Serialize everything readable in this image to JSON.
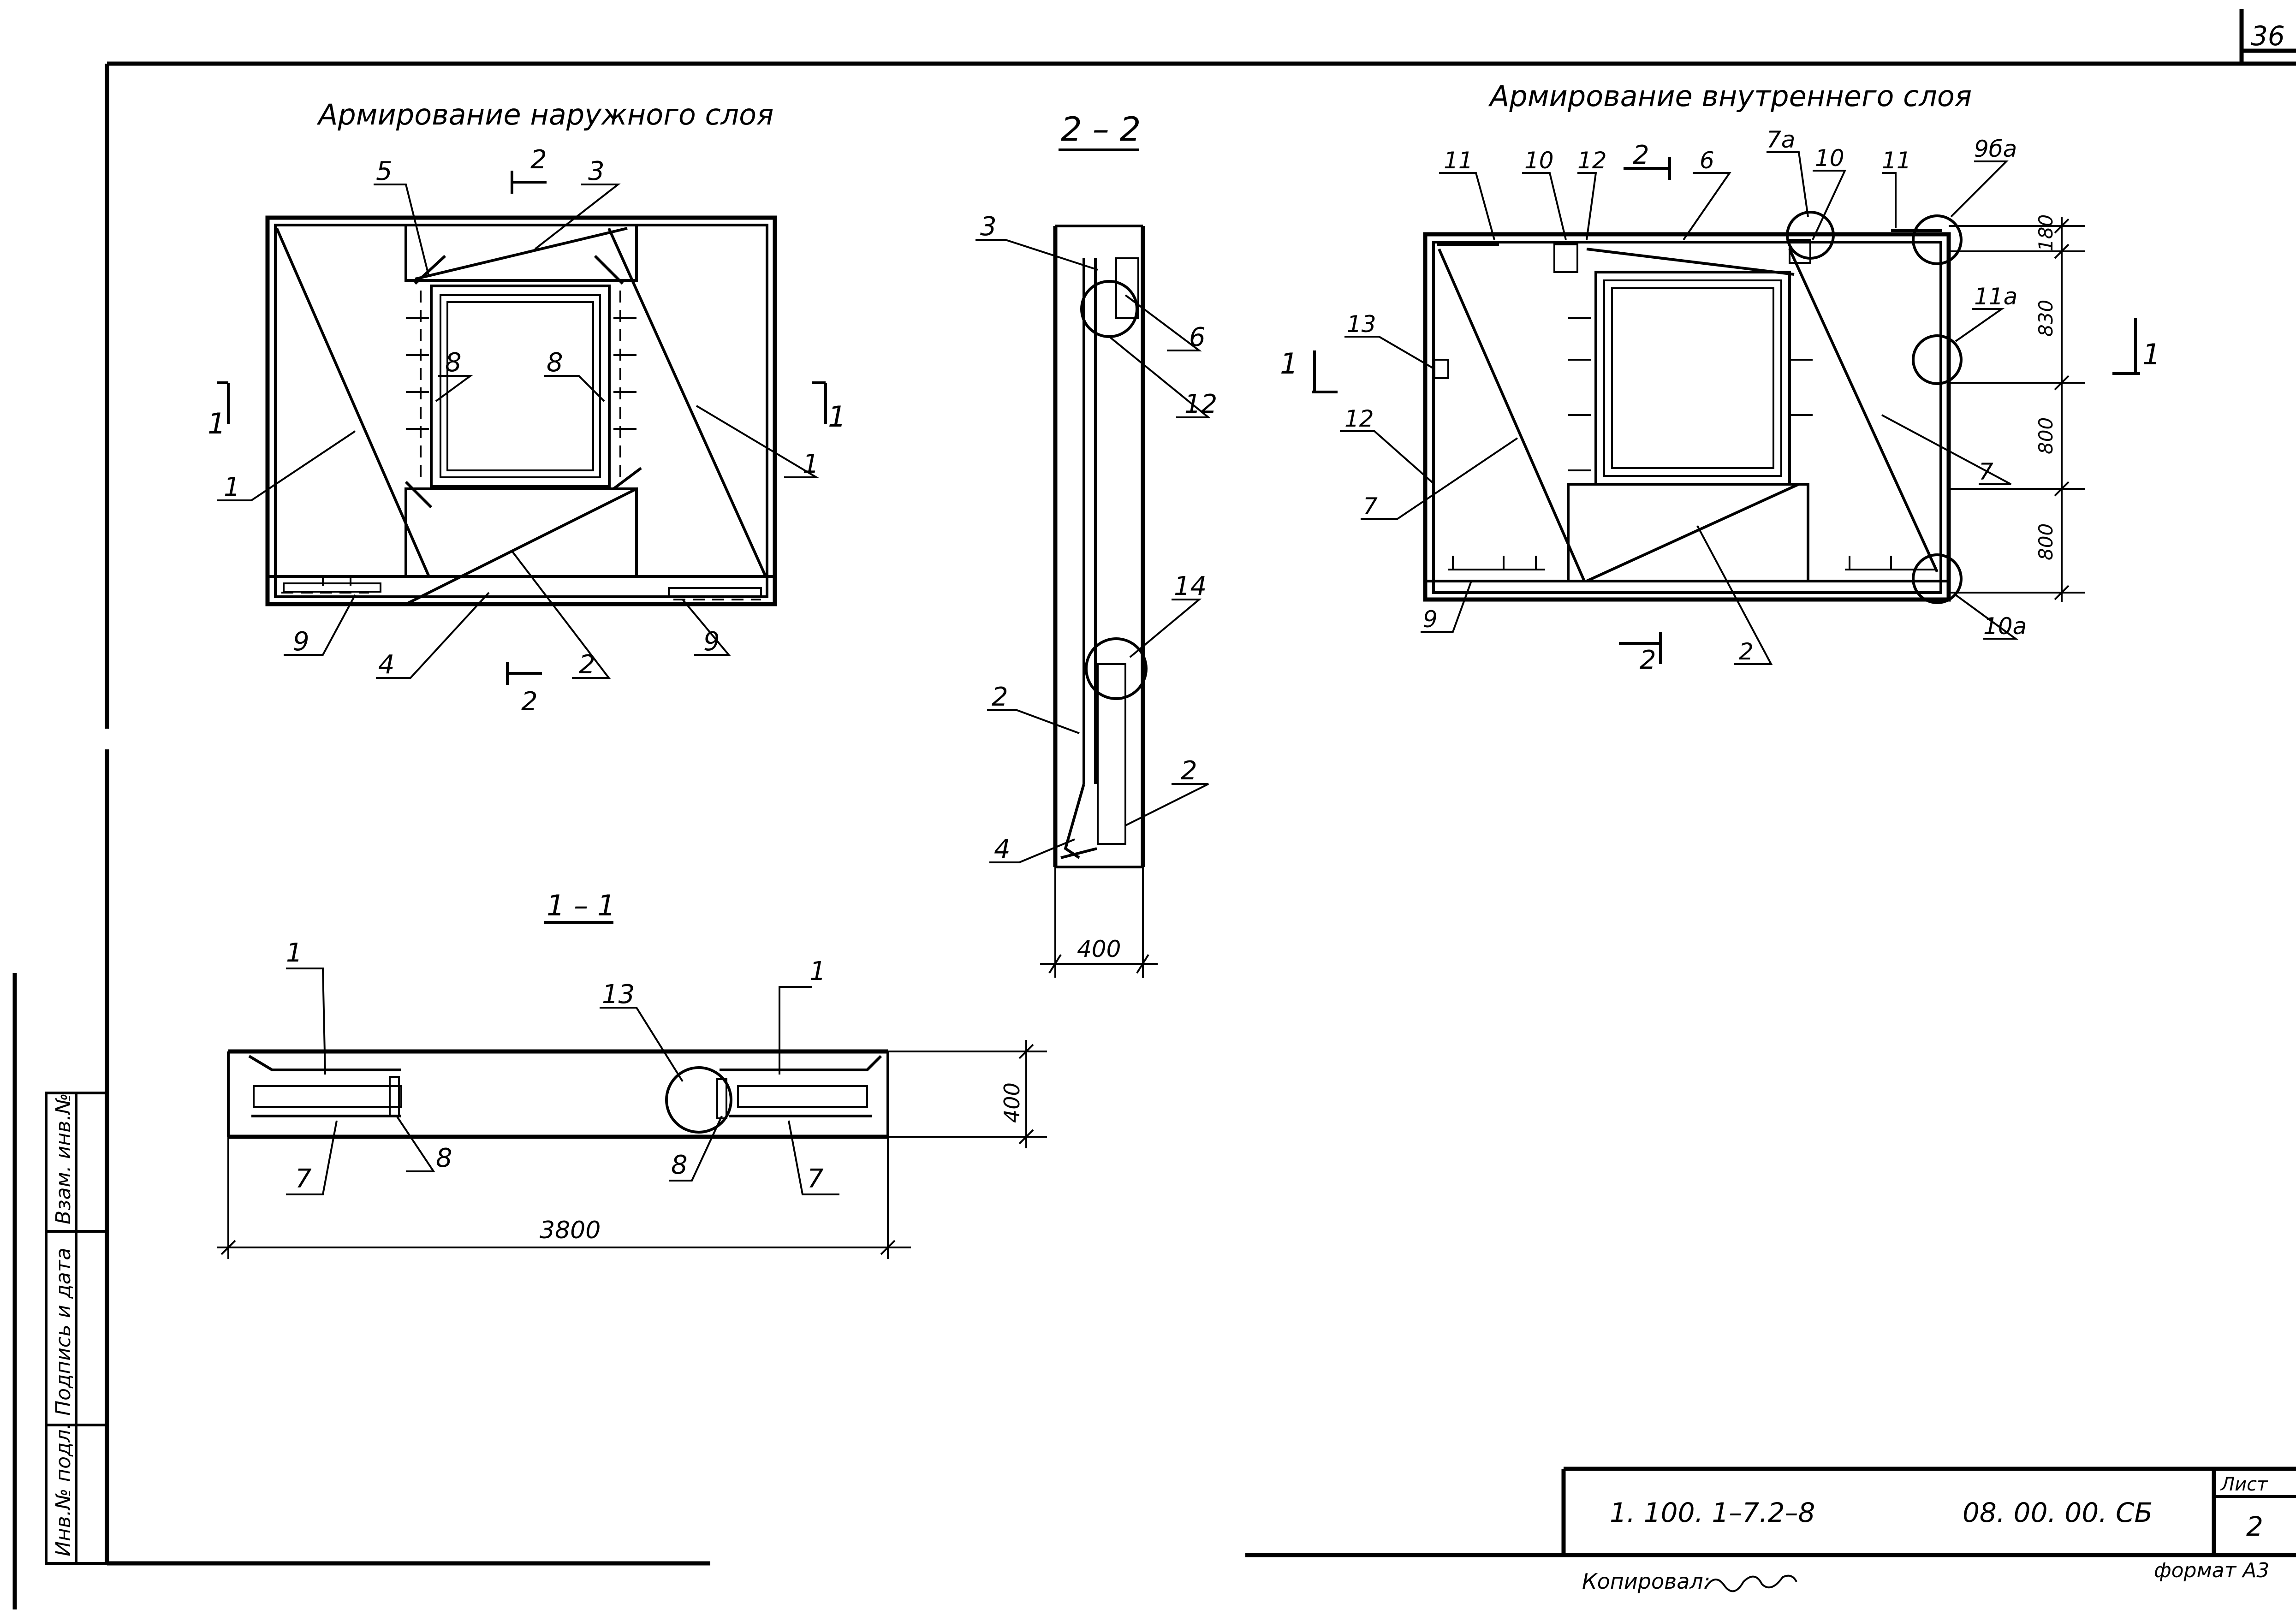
{
  "sheet_number_top": "36",
  "titles": {
    "outer": "Армирование наружного слоя",
    "inner": "Армирование внутреннего слоя",
    "section_22": "2 – 2",
    "section_11": "1 – 1"
  },
  "outer_labels": {
    "l5": "5",
    "l3": "3",
    "cut2_top": "2",
    "cut1_left": "1",
    "cut1_right": "1",
    "l8a": "8",
    "l8b": "8",
    "l1a": "1",
    "l1b": "1",
    "l9a": "9",
    "l4": "4",
    "l2": "2",
    "l9b": "9",
    "cut2_bottom": "2"
  },
  "section22_labels": {
    "l3": "3",
    "l6": "6",
    "l12": "12",
    "l14": "14",
    "l2a": "2",
    "l2b": "2",
    "l4": "4",
    "dim400": "400"
  },
  "inner_labels": {
    "l11top": "11",
    "l10a": "10",
    "l12top": "12",
    "cut2_top": "2",
    "l6": "6",
    "l7a": "7а",
    "l10b": "10",
    "l11b": "11",
    "l9ba": "9ба",
    "l13": "13",
    "cut1_left": "1",
    "l12left": "12",
    "l7left": "7",
    "l11a": "11а",
    "cut1_right": "1",
    "l7right": "7",
    "l9": "9",
    "cut2_bottom": "2",
    "l2": "2",
    "l10a_circ": "10а",
    "dim180": "180",
    "dim830": "830",
    "dim800a": "800",
    "dim800b": "800"
  },
  "section11_labels": {
    "l1a": "1",
    "l13": "13",
    "l1b": "1",
    "l7a": "7",
    "l8a": "8",
    "l8b": "8",
    "l7b": "7",
    "dim400": "400",
    "dim3800": "3800"
  },
  "side_stamp": {
    "inv_podl": "Инв.№ подл.",
    "podpis": "Подпись и дата",
    "vzam": "Взам. инв.№"
  },
  "title_block": {
    "code": "1. 100. 1–7.2–8",
    "doc": "08. 00. 00. СБ",
    "list_label": "Лист",
    "list_number": "2",
    "copied": "Копировал:",
    "format": "формат А3"
  },
  "colors": {
    "ink": "#000000",
    "paper": "#ffffff"
  }
}
